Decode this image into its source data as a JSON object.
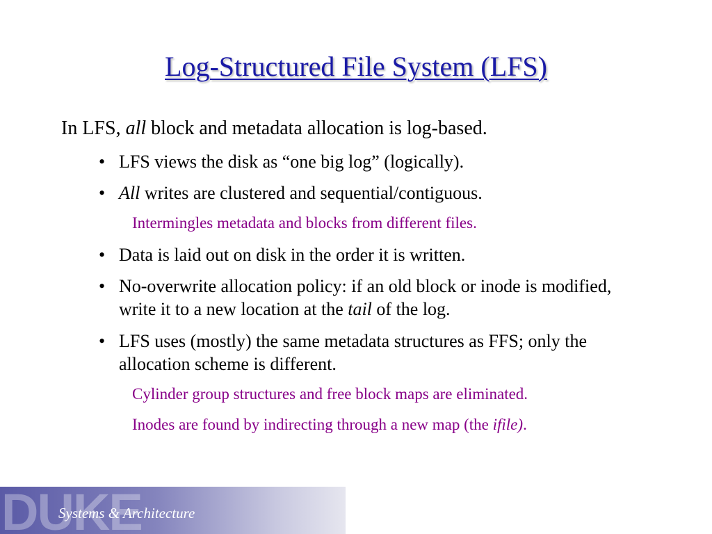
{
  "slide": {
    "title": "Log-Structured File System (LFS)",
    "lead": {
      "before": "In LFS, ",
      "emph": "all",
      "after": " block and metadata allocation is log-based."
    },
    "bullet_char": "•",
    "bullets": [
      {
        "text": "LFS views the disk as “one big log” (logically)."
      },
      {
        "emph": "All",
        "after": " writes are clustered and sequential/contiguous."
      },
      {
        "text": "Data is laid out on disk in the order it is written."
      },
      {
        "before": "No-overwrite allocation policy: if an old block or inode is modified, write it to a new location at the ",
        "emph": "tail",
        "after": " of the log."
      },
      {
        "text": "LFS uses (mostly) the same metadata structures as FFS; only the allocation scheme is different."
      }
    ],
    "subpoints": [
      {
        "text": "Intermingles metadata and blocks from different files."
      },
      {
        "text": "Cylinder group structures and free block maps are eliminated."
      },
      {
        "before": "Inodes are found by indirecting through a new map (the ",
        "emph": "ifile)",
        "after": "."
      }
    ],
    "colors": {
      "title": "#1a1aa6",
      "subpoint": "#880088",
      "body": "#000000"
    }
  },
  "footer": {
    "logo": "DUKE",
    "label": "Systems & Architecture"
  }
}
